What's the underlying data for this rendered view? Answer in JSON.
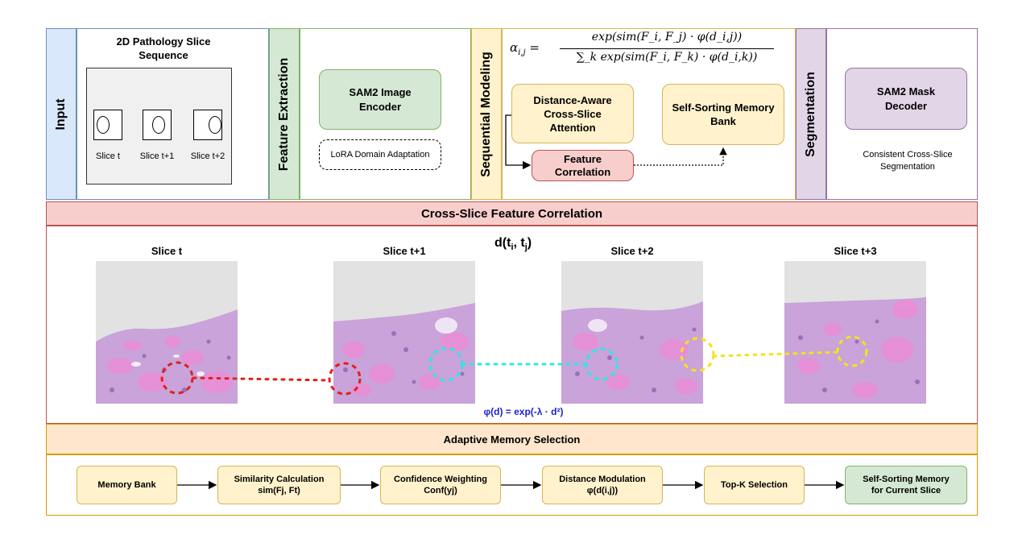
{
  "top": {
    "input": {
      "label": "Input",
      "title": "2D Pathology Slice Sequence",
      "slices": [
        "Slice t",
        "Slice t+1",
        "Slice t+2"
      ]
    },
    "feature_extraction": {
      "label": "Feature Extraction",
      "encoder": "SAM2 Image Encoder",
      "lora": "LoRA Domain Adaptation"
    },
    "sequential_modeling": {
      "label": "Sequential Modeling",
      "formula_lhs": "α",
      "formula_lhs_sub": "i,j",
      "formula_num": "exp(sim(F_i, F_j) · φ(d_i,j))",
      "formula_den": "∑_k exp(sim(F_i, F_k) · φ(d_i,k))",
      "attention": "Distance-Aware Cross-Slice Attention",
      "correlation": "Feature Correlation",
      "memory_bank": "Self-Sorting Memory Bank"
    },
    "segmentation": {
      "label": "Segmentation",
      "decoder": "SAM2 Mask Decoder",
      "result": "Consistent Cross-Slice Segmentation"
    }
  },
  "correlation_section": {
    "banner": "Cross-Slice Feature Correlation",
    "slice_titles": [
      "Slice t",
      "Slice t+1",
      "Slice t+2",
      "Slice t+3"
    ],
    "distance_label": "d(t",
    "distance_sub_i": "i",
    "distance_mid": ", t",
    "distance_sub_j": "j",
    "distance_end": ")",
    "phi_formula": "φ(d) = exp(-λ · d²)",
    "colors": {
      "red": "#e0201c",
      "cyan": "#2ee6e6",
      "yellow": "#f5e21a",
      "phi": "#1a22cc"
    }
  },
  "memory_section": {
    "banner": "Adaptive Memory Selection",
    "steps": [
      {
        "line1": "Memory Bank",
        "line2": ""
      },
      {
        "line1": "Similarity Calculation",
        "line2": "sim(Fj, Ft)"
      },
      {
        "line1": "Confidence Weighting",
        "line2": "Conf(yj)"
      },
      {
        "line1": "Distance Modulation",
        "line2": "φ(d(i,j))"
      },
      {
        "line1": "Top-K Selection",
        "line2": ""
      },
      {
        "line1": "Self-Sorting Memory",
        "line2": "for Current Slice"
      }
    ]
  }
}
